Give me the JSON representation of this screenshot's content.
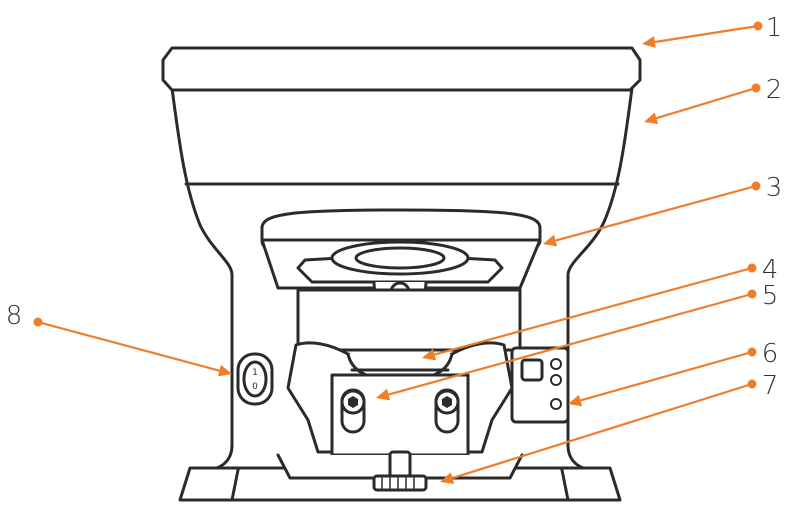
{
  "colors": {
    "line": "#2b2b2b",
    "accent": "#ef7d2a",
    "text": "#333333",
    "background": "#ffffff"
  },
  "switch": {
    "on_mark": "1",
    "off_mark": "0"
  },
  "callouts": [
    {
      "number": "1",
      "part": "top-lid"
    },
    {
      "number": "2",
      "part": "hopper-bowl"
    },
    {
      "number": "3",
      "part": "grinder-ring"
    },
    {
      "number": "4",
      "part": "portafilter-cradle"
    },
    {
      "number": "5",
      "part": "bolt"
    },
    {
      "number": "6",
      "part": "control-panel"
    },
    {
      "number": "7",
      "part": "adjustment-knob"
    },
    {
      "number": "8",
      "part": "power-switch"
    }
  ]
}
